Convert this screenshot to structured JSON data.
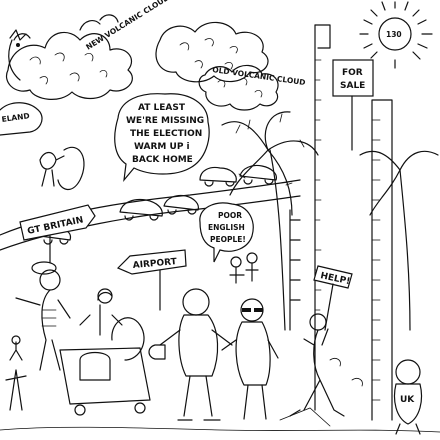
{
  "labels": {
    "new_cloud": "NEW VOLCANIC CLOUD",
    "old_cloud": "OLD VOLCANIC CLOUD",
    "for_sale": [
      "FOR",
      "SALE"
    ],
    "sun_temp": "130",
    "iceland": "ELAND",
    "speech_main": [
      "AT LEAST",
      "WE'RE MISSING",
      "THE ELECTION",
      "WARM UP i",
      "BACK HOME"
    ],
    "gt_britain": "GT BRITAIN",
    "airport": "AIRPORT",
    "speech_poor": [
      "POOR",
      "ENGLISH",
      "PEOPLE!"
    ],
    "help": "HELP!",
    "uk": "UK"
  },
  "colors": {
    "ink": "#111111",
    "paper": "#ffffff"
  }
}
